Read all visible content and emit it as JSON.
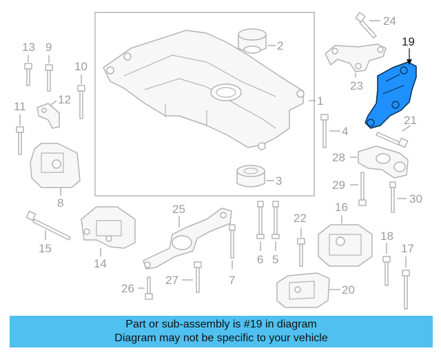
{
  "callouts": {
    "c1": "1",
    "c2": "2",
    "c3": "3",
    "c4": "4",
    "c5": "5",
    "c6": "6",
    "c7": "7",
    "c8": "8",
    "c9": "9",
    "c10": "10",
    "c11": "11",
    "c12": "12",
    "c13": "13",
    "c14": "14",
    "c15": "15",
    "c16": "16",
    "c17": "17",
    "c18": "18",
    "c19": "19",
    "c20": "20",
    "c21": "21",
    "c22": "22",
    "c23": "23",
    "c24": "24",
    "c25": "25",
    "c26": "26",
    "c27": "27",
    "c28": "28",
    "c29": "29",
    "c30": "30"
  },
  "highlight": {
    "part_number": "19",
    "color": "#1e90ff"
  },
  "banner": {
    "line1": "Part or sub-assembly is #19 in diagram",
    "line2": "Diagram may not be specific to your vehicle",
    "background": "#4fc0f0"
  }
}
